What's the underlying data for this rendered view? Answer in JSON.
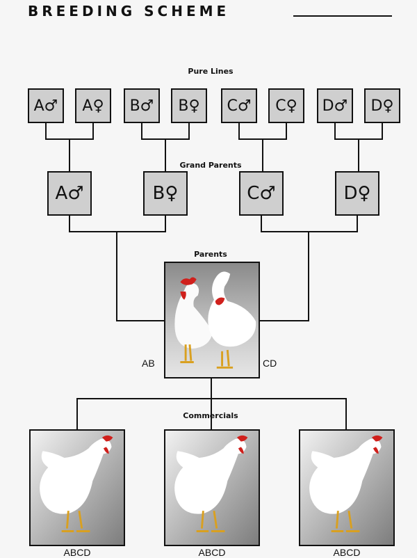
{
  "title": "BREEDING SCHEME",
  "labels": {
    "pure_lines": "Pure Lines",
    "grand_parents": "Grand Parents",
    "parents": "Parents",
    "commercials": "Commercials"
  },
  "pure_lines": [
    "A♂",
    "A♀",
    "B♂",
    "B♀",
    "C♂",
    "C♀",
    "D♂",
    "D♀"
  ],
  "grand_parents": [
    "A♂",
    "B♀",
    "C♂",
    "D♀"
  ],
  "parents": {
    "left": "AB",
    "right": "CD"
  },
  "commercials": [
    "ABCD",
    "ABCD",
    "ABCD"
  ],
  "colors": {
    "box_fill": "#cfcfcf",
    "line": "#111111",
    "background": "#f6f6f6"
  }
}
